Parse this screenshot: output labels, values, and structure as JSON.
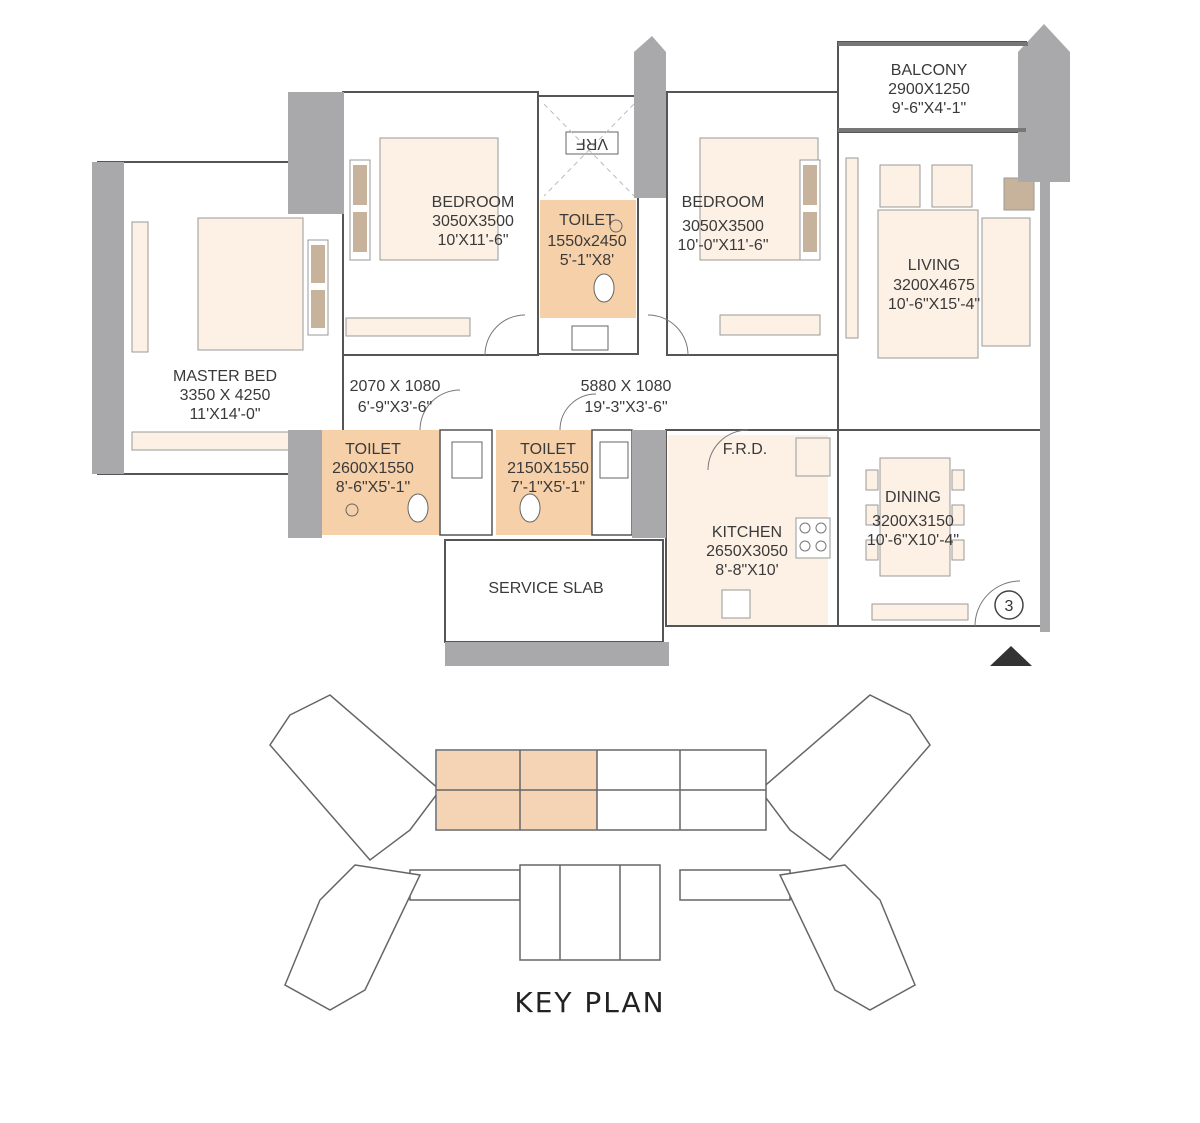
{
  "rooms": {
    "balcony": {
      "name": "BALCONY",
      "metric": "2900X1250",
      "imperial": "9'-6\"X4'-1\""
    },
    "bedroom1": {
      "name": "BEDROOM",
      "metric": "3050X3500",
      "imperial": "10'X11'-6\""
    },
    "toilet1": {
      "name": "TOILET",
      "metric": "1550x2450",
      "imperial": "5'-1\"X8'"
    },
    "bedroom2": {
      "name": "BEDROOM",
      "metric": "3050X3500",
      "imperial": "10'-0\"X11'-6\""
    },
    "living": {
      "name": "LIVING",
      "metric": "3200X4675",
      "imperial": "10'-6\"X15'-4\""
    },
    "master": {
      "name": "MASTER BED",
      "metric": "3350 X 4250",
      "imperial": "11'X14'-0\""
    },
    "passage1": {
      "metric": "2070 X 1080",
      "imperial": "6'-9\"X3'-6\""
    },
    "passage2": {
      "metric": "5880 X 1080",
      "imperial": "19'-3\"X3'-6\""
    },
    "toilet2": {
      "name": "TOILET",
      "metric": "2600X1550",
      "imperial": "8'-6\"X5'-1\""
    },
    "toilet3": {
      "name": "TOILET",
      "metric": "2150X1550",
      "imperial": "7'-1\"X5'-1\""
    },
    "kitchen": {
      "name": "KITCHEN",
      "metric": "2650X3050",
      "imperial": "8'-8\"X10'"
    },
    "dining": {
      "name": "DINING",
      "metric": "3200X3150",
      "imperial": "10'-6\"X10'-4\""
    },
    "frd": {
      "name": "F.R.D."
    },
    "service": {
      "name": "SERVICE SLAB"
    },
    "vrf": {
      "name": "VRF"
    }
  },
  "unit_number": "3",
  "key_plan_title": "KEY PLAN",
  "colors": {
    "wall": "#a9a9ab",
    "room_fill": "#fdf1e6",
    "toilet_fill": "#f6d0a8",
    "highlight": "#f5d4b5",
    "line": "#555555"
  }
}
